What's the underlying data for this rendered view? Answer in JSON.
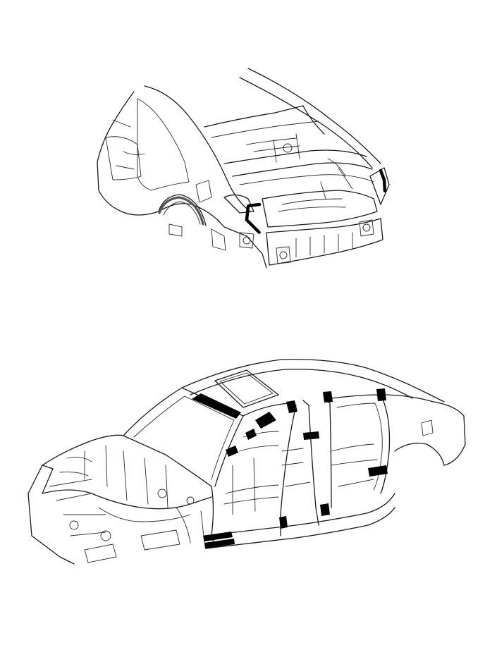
{
  "figure": {
    "background_color": "#ffffff",
    "line_color": "#1a1a1a",
    "highlight_color": "#000000",
    "views": [
      {
        "id": "rear-view",
        "highlights": [
          "rear-quarter-seam-left",
          "rear-quarter-seam-right",
          "rear-wheel-arch-seam"
        ]
      },
      {
        "id": "side-view",
        "highlights": [
          "roof-rail-front-band",
          "a-pillar-bands",
          "b-pillar-bands",
          "c-pillar-band",
          "rocker-bands",
          "rear-arch-band"
        ]
      }
    ]
  }
}
